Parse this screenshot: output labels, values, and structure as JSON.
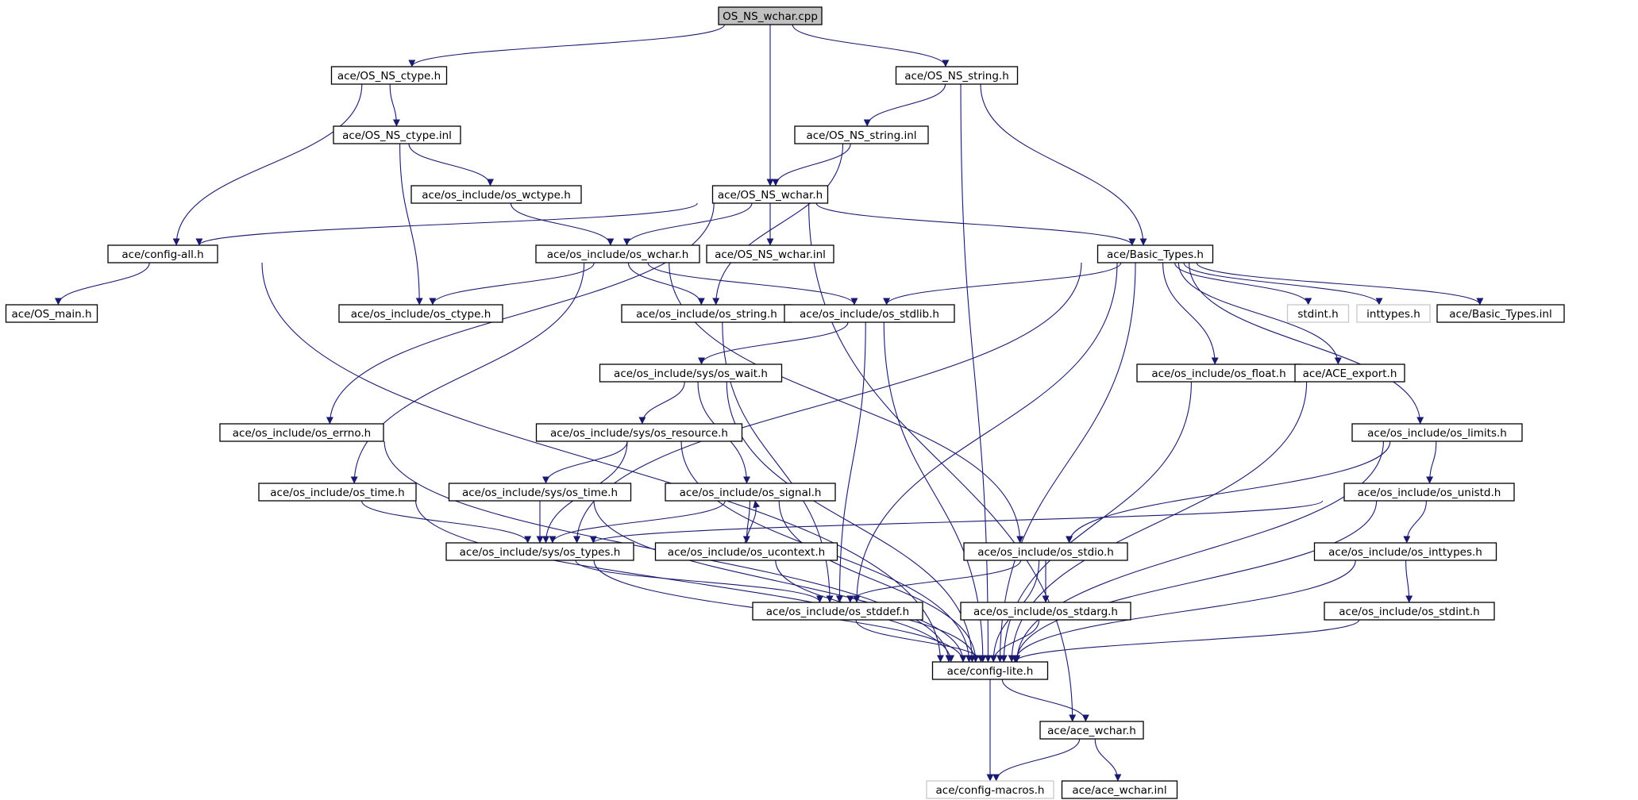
{
  "graph": {
    "nodes": [
      {
        "id": "os_ns_wchar_cpp",
        "label": "OS_NS_wchar.cpp",
        "style": "root"
      },
      {
        "id": "os_ns_ctype_h",
        "label": "ace/OS_NS_ctype.h",
        "style": "normal"
      },
      {
        "id": "os_ns_string_h",
        "label": "ace/OS_NS_string.h",
        "style": "normal"
      },
      {
        "id": "os_ns_ctype_inl",
        "label": "ace/OS_NS_ctype.inl",
        "style": "normal"
      },
      {
        "id": "os_ns_string_inl",
        "label": "ace/OS_NS_string.inl",
        "style": "normal"
      },
      {
        "id": "os_wctype_h",
        "label": "ace/os_include/os_wctype.h",
        "style": "normal"
      },
      {
        "id": "os_ns_wchar_h",
        "label": "ace/OS_NS_wchar.h",
        "style": "normal"
      },
      {
        "id": "config_all_h",
        "label": "ace/config-all.h",
        "style": "normal"
      },
      {
        "id": "os_wchar_h",
        "label": "ace/os_include/os_wchar.h",
        "style": "normal"
      },
      {
        "id": "os_ns_wchar_inl",
        "label": "ace/OS_NS_wchar.inl",
        "style": "normal"
      },
      {
        "id": "basic_types_h",
        "label": "ace/Basic_Types.h",
        "style": "normal"
      },
      {
        "id": "os_main_h",
        "label": "ace/OS_main.h",
        "style": "normal"
      },
      {
        "id": "os_ctype_h",
        "label": "ace/os_include/os_ctype.h",
        "style": "normal"
      },
      {
        "id": "os_string_h",
        "label": "ace/os_include/os_string.h",
        "style": "normal"
      },
      {
        "id": "os_stdlib_h",
        "label": "ace/os_include/os_stdlib.h",
        "style": "normal"
      },
      {
        "id": "stdint_h",
        "label": "stdint.h",
        "style": "ghost"
      },
      {
        "id": "inttypes_h",
        "label": "inttypes.h",
        "style": "ghost"
      },
      {
        "id": "basic_types_inl",
        "label": "ace/Basic_Types.inl",
        "style": "normal"
      },
      {
        "id": "os_wait_h",
        "label": "ace/os_include/sys/os_wait.h",
        "style": "normal"
      },
      {
        "id": "os_float_h",
        "label": "ace/os_include/os_float.h",
        "style": "normal"
      },
      {
        "id": "ace_export_h",
        "label": "ace/ACE_export.h",
        "style": "normal"
      },
      {
        "id": "os_errno_h",
        "label": "ace/os_include/os_errno.h",
        "style": "normal"
      },
      {
        "id": "os_resource_h",
        "label": "ace/os_include/sys/os_resource.h",
        "style": "normal"
      },
      {
        "id": "os_limits_h",
        "label": "ace/os_include/os_limits.h",
        "style": "normal"
      },
      {
        "id": "os_time_h",
        "label": "ace/os_include/os_time.h",
        "style": "normal"
      },
      {
        "id": "sys_os_time_h",
        "label": "ace/os_include/sys/os_time.h",
        "style": "normal"
      },
      {
        "id": "os_signal_h",
        "label": "ace/os_include/os_signal.h",
        "style": "normal"
      },
      {
        "id": "os_unistd_h",
        "label": "ace/os_include/os_unistd.h",
        "style": "normal"
      },
      {
        "id": "os_types_h",
        "label": "ace/os_include/sys/os_types.h",
        "style": "normal"
      },
      {
        "id": "os_ucontext_h",
        "label": "ace/os_include/os_ucontext.h",
        "style": "normal"
      },
      {
        "id": "os_stdio_h",
        "label": "ace/os_include/os_stdio.h",
        "style": "normal"
      },
      {
        "id": "os_inttypes_h",
        "label": "ace/os_include/os_inttypes.h",
        "style": "normal"
      },
      {
        "id": "os_stddef_h",
        "label": "ace/os_include/os_stddef.h",
        "style": "normal"
      },
      {
        "id": "os_stdarg_h",
        "label": "ace/os_include/os_stdarg.h",
        "style": "normal"
      },
      {
        "id": "os_stdint_h",
        "label": "ace/os_include/os_stdint.h",
        "style": "normal"
      },
      {
        "id": "config_lite_h",
        "label": "ace/config-lite.h",
        "style": "normal"
      },
      {
        "id": "ace_wchar_h",
        "label": "ace/ace_wchar.h",
        "style": "normal"
      },
      {
        "id": "config_macros_h",
        "label": "ace/config-macros.h",
        "style": "ghost"
      },
      {
        "id": "ace_wchar_inl",
        "label": "ace/ace_wchar.inl",
        "style": "normal"
      }
    ],
    "edges": [
      [
        "os_ns_wchar_cpp",
        "os_ns_ctype_h"
      ],
      [
        "os_ns_wchar_cpp",
        "os_ns_wchar_h"
      ],
      [
        "os_ns_wchar_cpp",
        "os_ns_string_h"
      ],
      [
        "os_ns_ctype_h",
        "os_ns_ctype_inl"
      ],
      [
        "os_ns_ctype_h",
        "config_all_h"
      ],
      [
        "os_ns_ctype_inl",
        "os_wctype_h"
      ],
      [
        "os_ns_ctype_inl",
        "os_ctype_h"
      ],
      [
        "os_ns_string_h",
        "os_ns_string_inl"
      ],
      [
        "os_ns_string_h",
        "basic_types_h"
      ],
      [
        "os_ns_string_h",
        "config_lite_h"
      ],
      [
        "os_ns_string_inl",
        "os_ns_wchar_h"
      ],
      [
        "os_ns_string_inl",
        "os_string_h"
      ],
      [
        "os_wctype_h",
        "os_wchar_h"
      ],
      [
        "os_ns_wchar_h",
        "config_all_h"
      ],
      [
        "os_ns_wchar_h",
        "os_wchar_h"
      ],
      [
        "os_ns_wchar_h",
        "os_ns_wchar_inl"
      ],
      [
        "os_ns_wchar_h",
        "basic_types_h"
      ],
      [
        "os_ns_wchar_h",
        "os_errno_h"
      ],
      [
        "os_ns_wchar_h",
        "ace_wchar_h"
      ],
      [
        "config_all_h",
        "os_main_h"
      ],
      [
        "config_all_h",
        "config_lite_h"
      ],
      [
        "os_wchar_h",
        "os_ctype_h"
      ],
      [
        "os_wchar_h",
        "os_string_h"
      ],
      [
        "os_wchar_h",
        "os_stdlib_h"
      ],
      [
        "os_wchar_h",
        "os_time_h"
      ],
      [
        "os_wchar_h",
        "os_stdio_h"
      ],
      [
        "basic_types_h",
        "os_stdlib_h"
      ],
      [
        "basic_types_h",
        "stdint_h"
      ],
      [
        "basic_types_h",
        "inttypes_h"
      ],
      [
        "basic_types_h",
        "basic_types_inl"
      ],
      [
        "basic_types_h",
        "os_float_h"
      ],
      [
        "basic_types_h",
        "ace_export_h"
      ],
      [
        "basic_types_h",
        "os_limits_h"
      ],
      [
        "basic_types_h",
        "os_types_h"
      ],
      [
        "basic_types_h",
        "os_stddef_h"
      ],
      [
        "basic_types_h",
        "config_lite_h"
      ],
      [
        "os_string_h",
        "os_stddef_h"
      ],
      [
        "os_stdlib_h",
        "os_wait_h"
      ],
      [
        "os_stdlib_h",
        "os_stddef_h"
      ],
      [
        "os_stdlib_h",
        "config_lite_h"
      ],
      [
        "os_wait_h",
        "os_resource_h"
      ],
      [
        "os_wait_h",
        "os_signal_h"
      ],
      [
        "os_wait_h",
        "config_lite_h"
      ],
      [
        "os_errno_h",
        "config_lite_h"
      ],
      [
        "os_resource_h",
        "sys_os_time_h"
      ],
      [
        "os_resource_h",
        "os_types_h"
      ],
      [
        "os_resource_h",
        "config_lite_h"
      ],
      [
        "os_time_h",
        "os_types_h"
      ],
      [
        "os_time_h",
        "config_lite_h"
      ],
      [
        "sys_os_time_h",
        "os_types_h"
      ],
      [
        "sys_os_time_h",
        "config_lite_h"
      ],
      [
        "os_signal_h",
        "os_types_h"
      ],
      [
        "os_signal_h",
        "os_ucontext_h"
      ],
      [
        "os_signal_h",
        "config_lite_h"
      ],
      [
        "os_ucontext_h",
        "os_signal_h"
      ],
      [
        "os_ucontext_h",
        "config_lite_h"
      ],
      [
        "os_types_h",
        "os_stddef_h"
      ],
      [
        "os_types_h",
        "config_lite_h"
      ],
      [
        "os_float_h",
        "config_lite_h"
      ],
      [
        "ace_export_h",
        "config_lite_h"
      ],
      [
        "os_limits_h",
        "os_unistd_h"
      ],
      [
        "os_limits_h",
        "os_stdio_h"
      ],
      [
        "os_limits_h",
        "config_lite_h"
      ],
      [
        "os_unistd_h",
        "os_types_h"
      ],
      [
        "os_unistd_h",
        "os_inttypes_h"
      ],
      [
        "os_unistd_h",
        "config_lite_h"
      ],
      [
        "os_inttypes_h",
        "os_stdint_h"
      ],
      [
        "os_inttypes_h",
        "config_lite_h"
      ],
      [
        "os_stdint_h",
        "config_lite_h"
      ],
      [
        "os_stdio_h",
        "os_stddef_h"
      ],
      [
        "os_stdio_h",
        "os_stdarg_h"
      ],
      [
        "os_stdio_h",
        "config_lite_h"
      ],
      [
        "os_stdarg_h",
        "config_lite_h"
      ],
      [
        "os_stddef_h",
        "config_lite_h"
      ],
      [
        "config_lite_h",
        "config_macros_h"
      ],
      [
        "config_lite_h",
        "ace_wchar_h"
      ],
      [
        "ace_wchar_h",
        "config_macros_h"
      ],
      [
        "ace_wchar_h",
        "ace_wchar_inl"
      ]
    ]
  }
}
